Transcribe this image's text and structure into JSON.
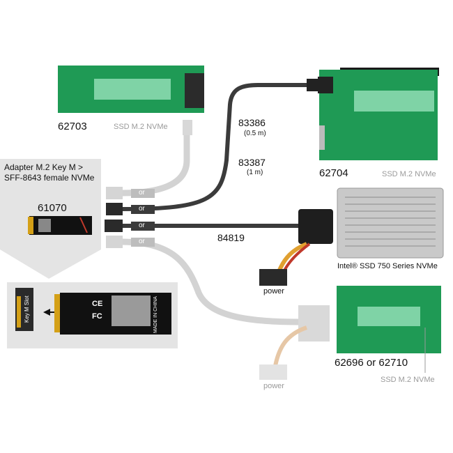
{
  "products": {
    "p62703": {
      "code": "62703",
      "sub": "SSD M.2 NVMe"
    },
    "p62704": {
      "code": "62704",
      "sub": "SSD M.2 NVMe"
    },
    "p61070": {
      "code": "61070",
      "caption_line1": "Adapter M.2 Key M >",
      "caption_line2": "SFF-8643 female NVMe"
    },
    "p62696": {
      "code": "62696 or 62710",
      "sub": "SSD M.2 NVMe"
    },
    "intel": {
      "label": "Intel® SSD 750 Series NVMe"
    }
  },
  "cables": {
    "c83386": {
      "code": "83386",
      "length": "(0.5 m)"
    },
    "c83387": {
      "code": "83387",
      "length": "(1 m)"
    },
    "c84819": {
      "code": "84819"
    }
  },
  "connector_labels": {
    "or1": "or",
    "or2": "or",
    "or3": "or",
    "or4": "or"
  },
  "power_labels": {
    "power1": "power",
    "power2": "power"
  },
  "zoom_card": {
    "slot_text": "Key M Slot",
    "made_in": "MADE IN CHINA",
    "fc_text": "FC",
    "ce_text": "CE"
  },
  "colors": {
    "pcb_green": "#1f9a55",
    "cable_dark": "#3a3a3a",
    "cable_light": "#cfcfcf",
    "panel_gray": "#e4e4e4",
    "heatsink": "#c9c9c9"
  }
}
